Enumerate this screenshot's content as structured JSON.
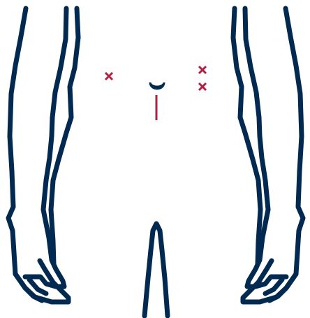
{
  "colors": {
    "outline": "#022a50",
    "marker": "#b2213f",
    "background": "#ffffff"
  },
  "figure": {
    "subject": "torso-outline",
    "markers": [
      {
        "name": "incision-mark-left",
        "shape": "cross"
      },
      {
        "name": "incision-mark-right-upper",
        "shape": "cross"
      },
      {
        "name": "incision-mark-right-lower",
        "shape": "cross"
      },
      {
        "name": "midline-incision",
        "shape": "line"
      }
    ]
  }
}
